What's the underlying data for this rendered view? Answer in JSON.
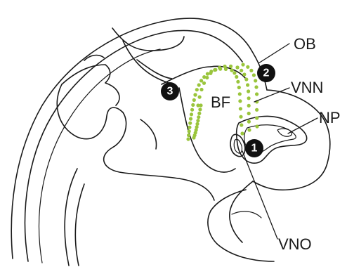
{
  "labels": {
    "ob": "OB",
    "vnn": "VNN",
    "np": "NP",
    "bf": "BF",
    "vno": "VNO"
  },
  "markers": [
    "1",
    "2",
    "3"
  ],
  "colors": {
    "migration_dots": "#9ac53c",
    "ink": "#1a1a1a"
  }
}
